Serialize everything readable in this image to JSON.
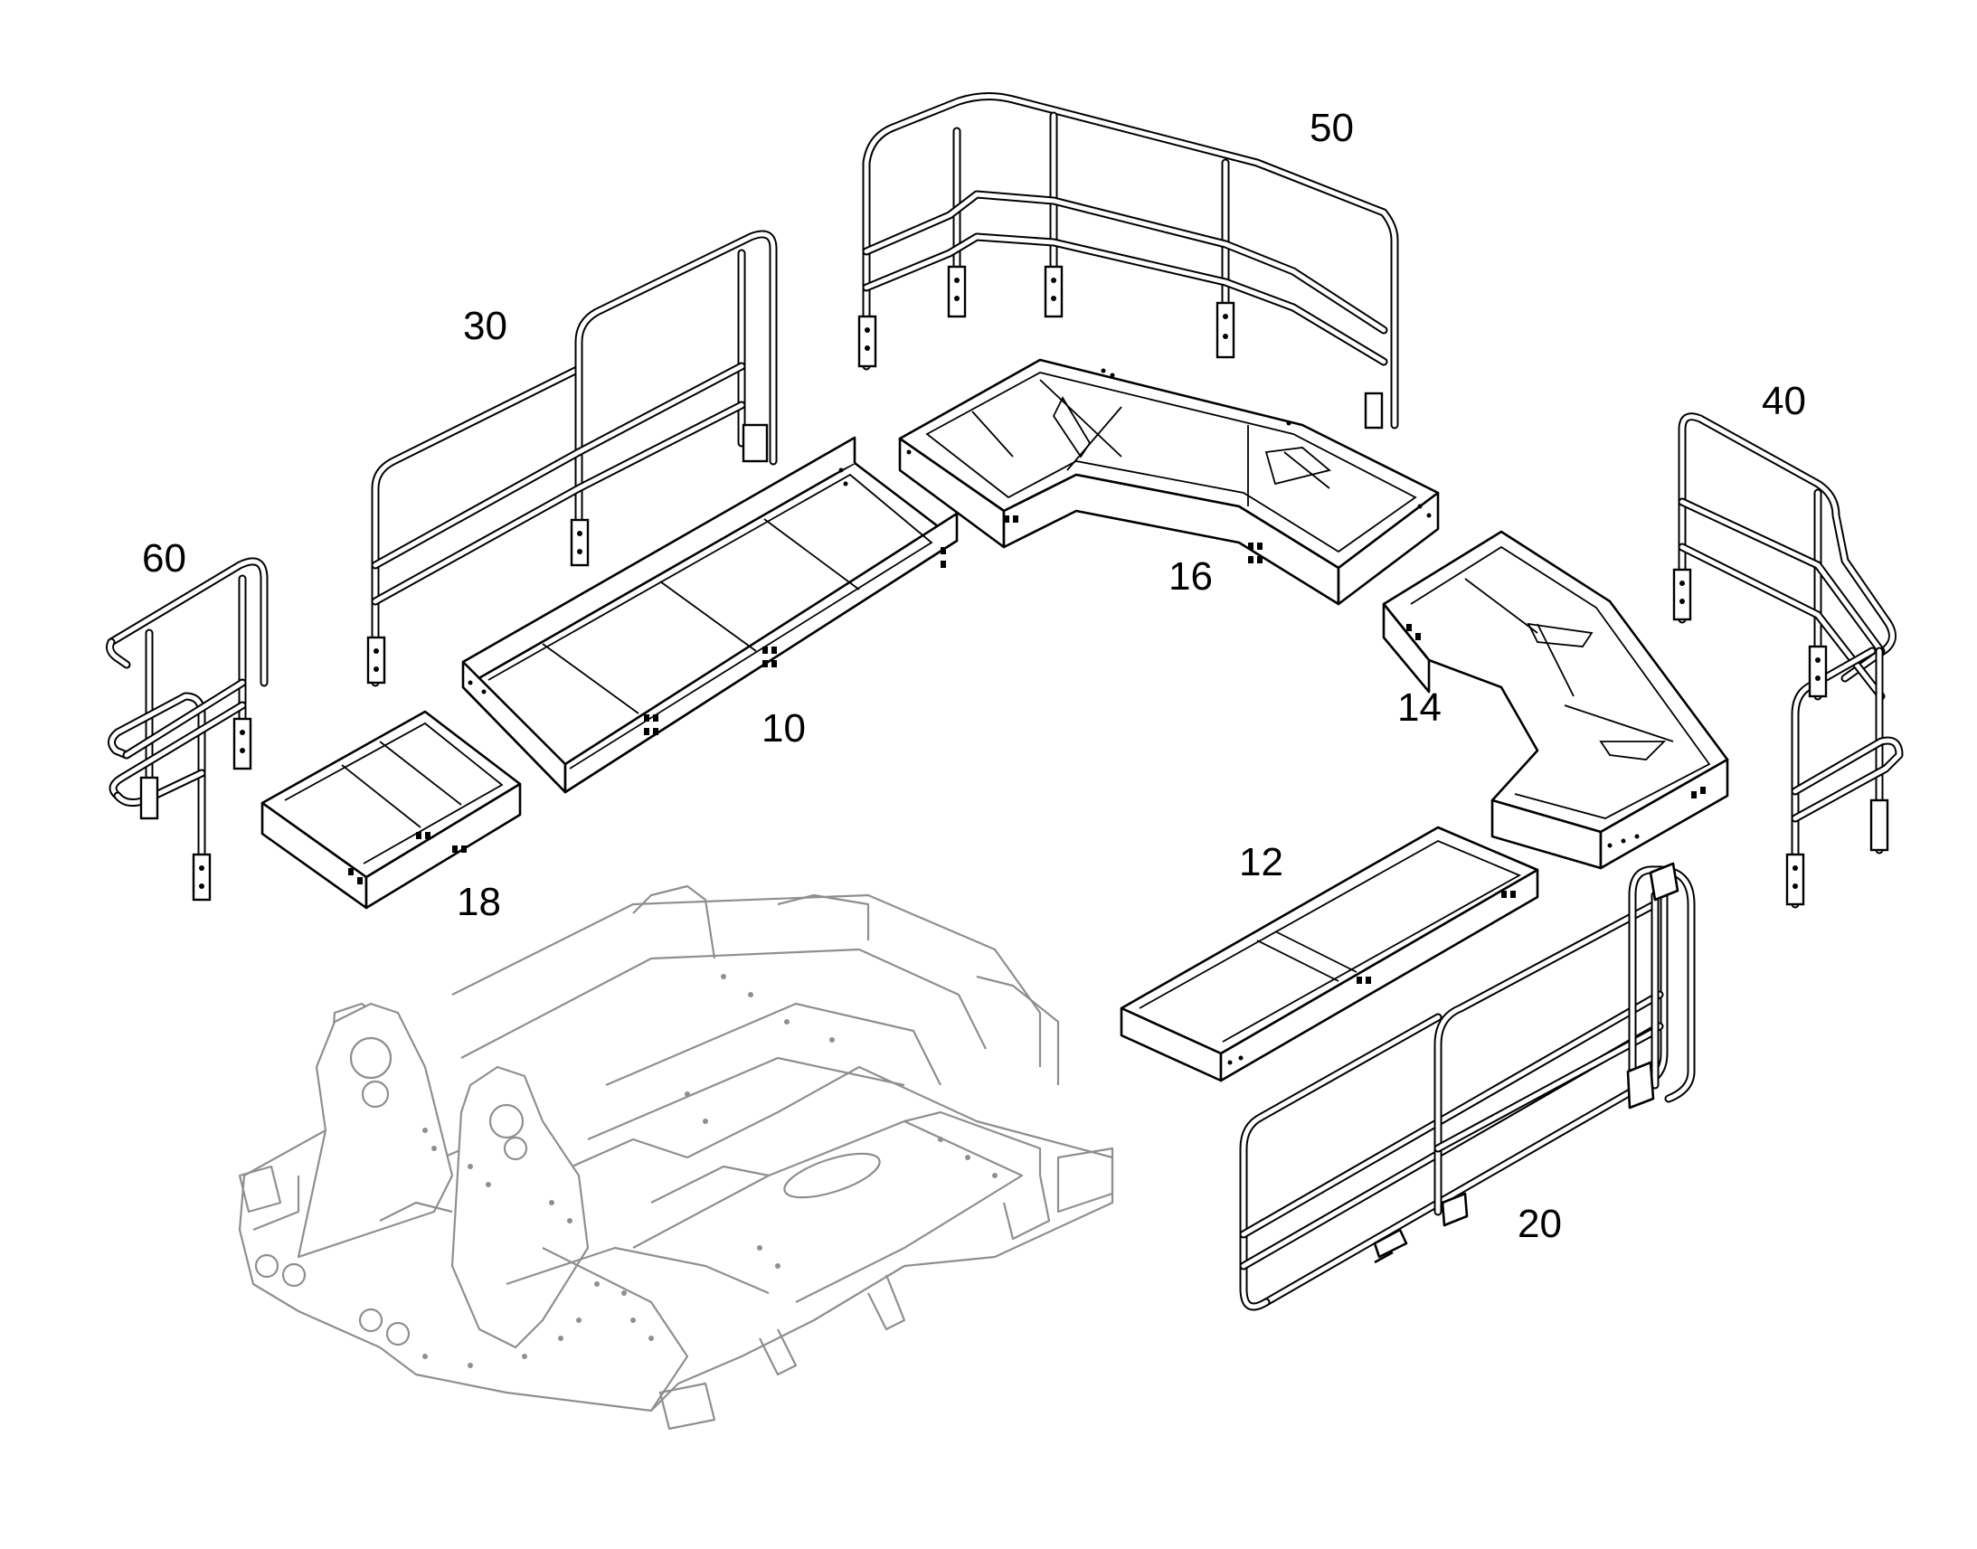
{
  "diagram": {
    "callouts": {
      "c10": "10",
      "c12": "12",
      "c14": "14",
      "c16": "16",
      "c18": "18",
      "c20": "20",
      "c30": "30",
      "c40": "40",
      "c50": "50",
      "c60": "60"
    }
  }
}
